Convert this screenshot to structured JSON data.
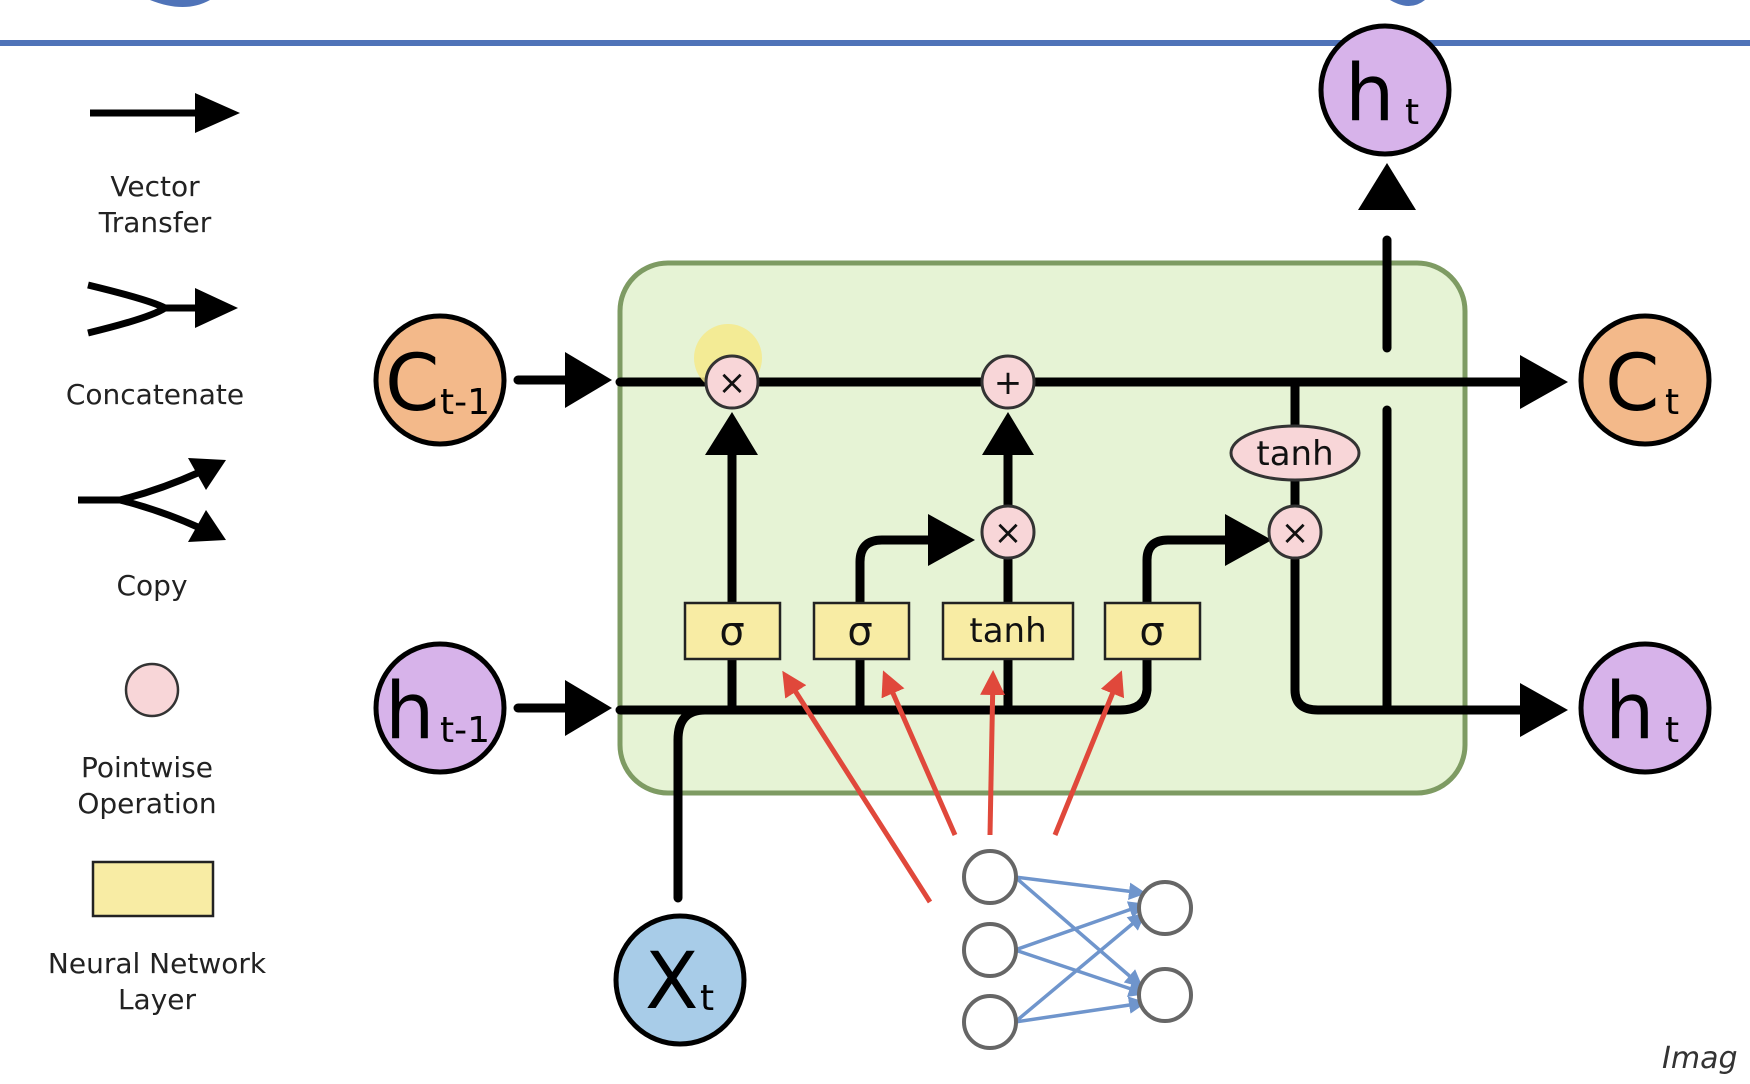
{
  "legend": {
    "vector_transfer": [
      "Vector",
      "Transfer"
    ],
    "concatenate": "Concatenate",
    "copy": "Copy",
    "pointwise": [
      "Pointwise",
      "Operation"
    ],
    "nn_layer": [
      "Neural Network",
      "Layer"
    ]
  },
  "nodes": {
    "c_prev": {
      "main": "C",
      "sub": "t-1"
    },
    "h_prev": {
      "main": "h",
      "sub": "t-1"
    },
    "x_t": {
      "main": "X",
      "sub": "t"
    },
    "c_t": {
      "main": "C",
      "sub": "t"
    },
    "h_t_out": {
      "main": "h",
      "sub": "t"
    },
    "h_t_top": {
      "main": "h",
      "sub": "t"
    }
  },
  "layers": {
    "forget": "σ",
    "input": "σ",
    "candidate": "tanh",
    "output": "σ"
  },
  "ops": {
    "forget_mult": "×",
    "add": "+",
    "input_mult": "×",
    "output_mult": "×",
    "tanh": "tanh"
  },
  "corner_text": "Imag",
  "colors": {
    "cell_fill": "#e6f3d5",
    "cell_border": "#7e9b63",
    "memory_node": "#f3b98a",
    "hidden_node": "#d7b3ea",
    "input_node": "#a8cce8",
    "layer_fill": "#f8eca4",
    "op_fill": "#f8d6d8",
    "red_arrow": "#e0483b",
    "blue_arrow": "#6f95cc",
    "header_line": "#4f73b8"
  }
}
